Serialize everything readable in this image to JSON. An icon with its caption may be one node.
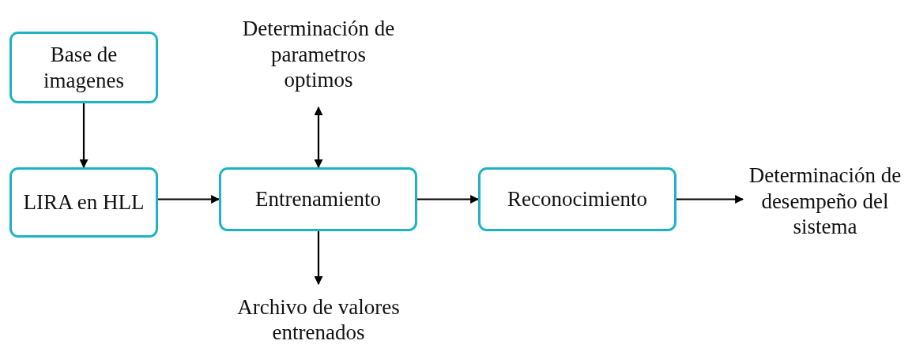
{
  "diagram": {
    "nodes": [
      {
        "text": [
          "Base de imagenes"
        ]
      },
      {
        "text": [
          "LIRA en HLL"
        ]
      },
      {
        "text": [
          "Determinación de parametros optimos"
        ]
      },
      {
        "text": [
          "Entrenamiento"
        ]
      },
      {
        "text": [
          "Archivo de valores entrenados"
        ]
      },
      {
        "text": [
          "Reconocimiento"
        ]
      },
      {
        "text": [
          "Determinación de desempeño del sistema"
        ]
      }
    ],
    "edges": [
      {
        "from": 0,
        "to": 1,
        "arrow": "to"
      },
      {
        "from": 1,
        "to": 3,
        "arrow": "to"
      },
      {
        "from": 3,
        "to": 2,
        "arrow": "both"
      },
      {
        "from": 3,
        "to": 4,
        "arrow": "to"
      },
      {
        "from": 3,
        "to": 5,
        "arrow": "to"
      },
      {
        "from": 5,
        "to": 6,
        "arrow": "to"
      }
    ]
  }
}
